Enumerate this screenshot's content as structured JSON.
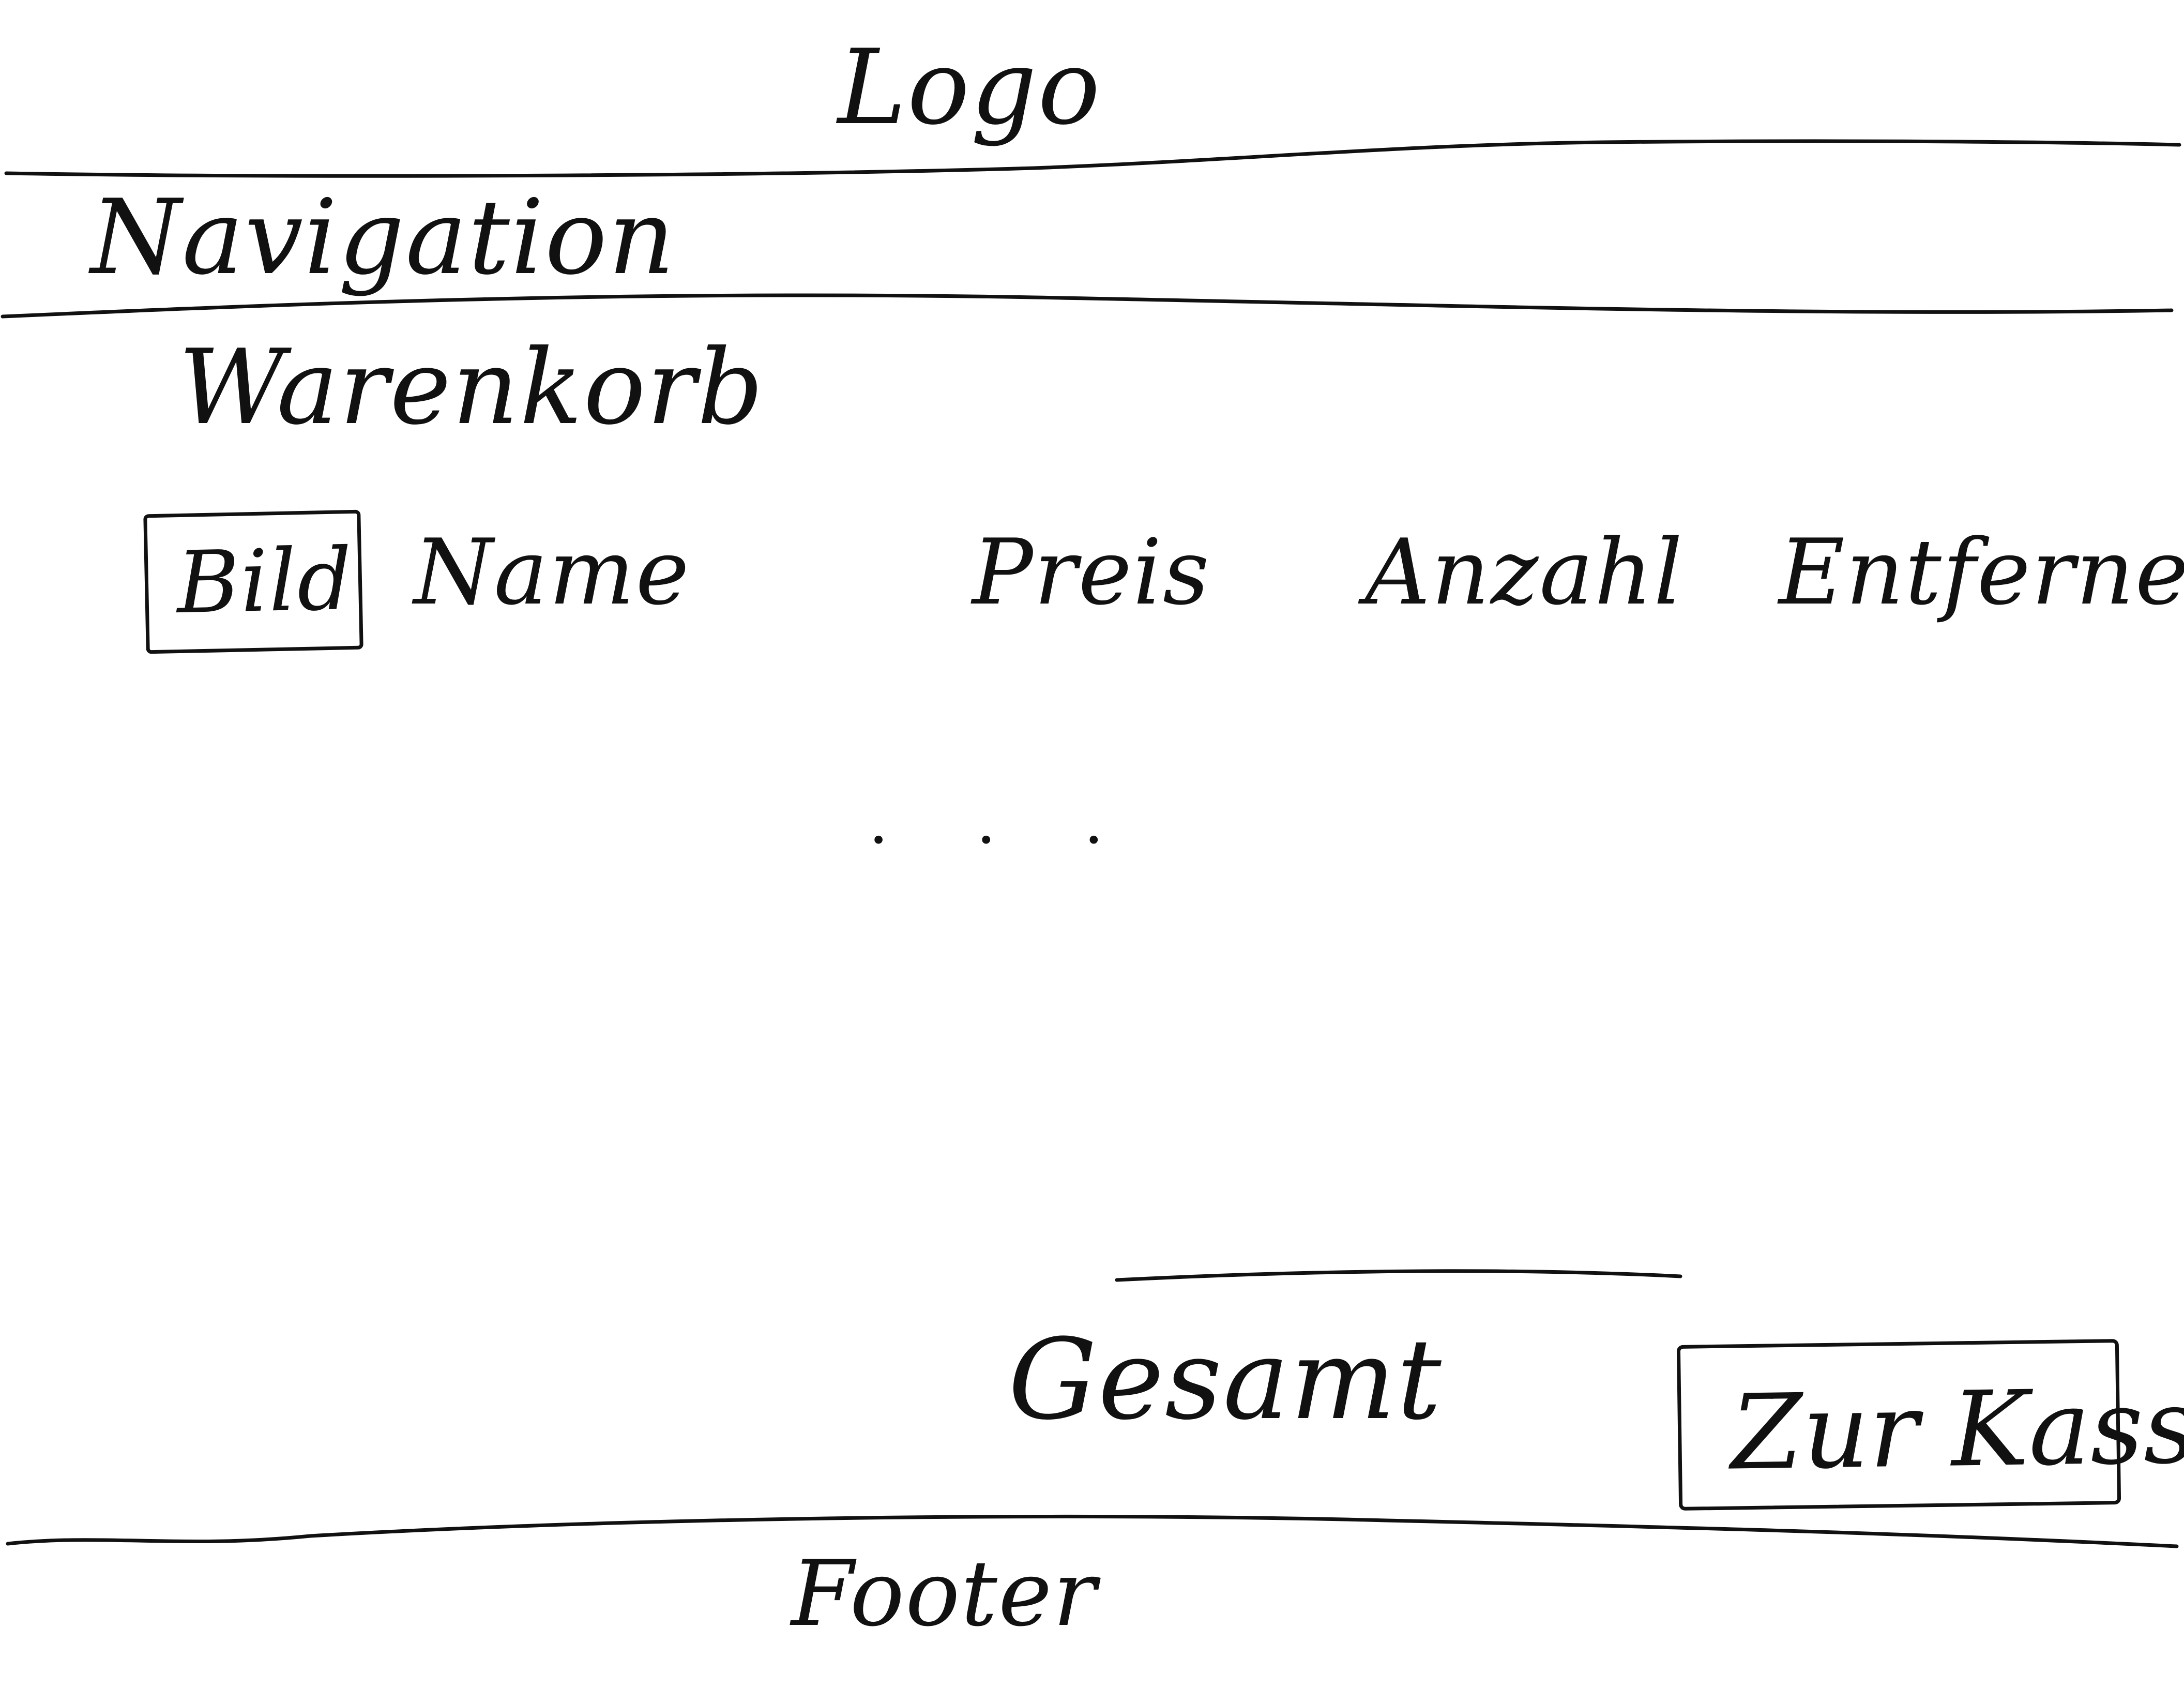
{
  "header": {
    "logo_text": "Logo"
  },
  "navigation": {
    "label": "Navigation"
  },
  "cart": {
    "title": "Warenkorb",
    "columns": {
      "image": "Bild",
      "name": "Name",
      "price": "Preis",
      "quantity": "Anzahl",
      "remove": "Entfernen"
    },
    "more_rows": "..."
  },
  "summary": {
    "total_label": "Gesamt",
    "checkout_label": "Zur Kasse"
  },
  "footer": {
    "label": "Footer"
  }
}
